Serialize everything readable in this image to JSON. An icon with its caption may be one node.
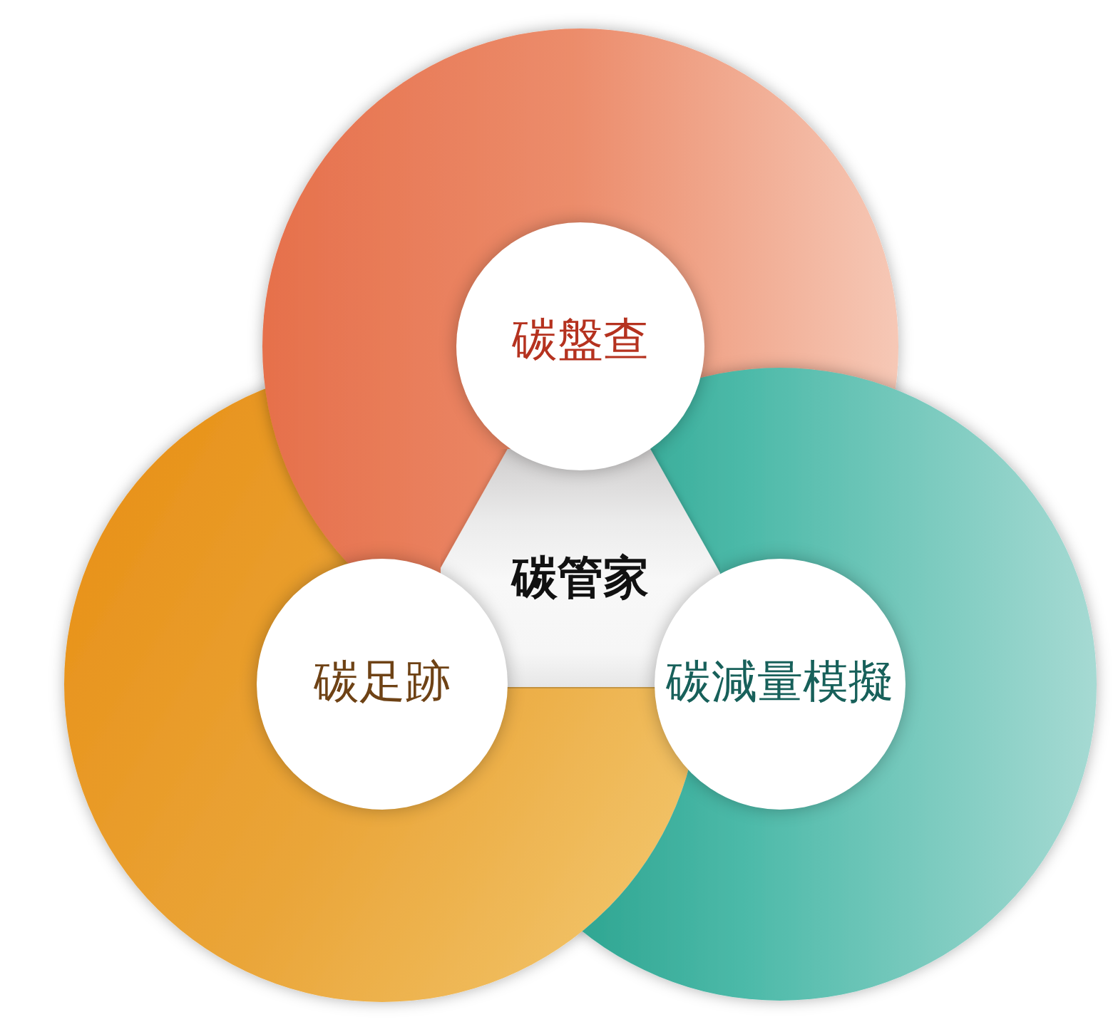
{
  "diagram": {
    "nodes": [
      {
        "text": [
          "碳盤查"
        ]
      },
      {
        "text": [
          "碳管家"
        ]
      },
      {
        "text": [
          "碳足跡"
        ]
      },
      {
        "text": [
          "碳減量模擬"
        ]
      }
    ]
  }
}
